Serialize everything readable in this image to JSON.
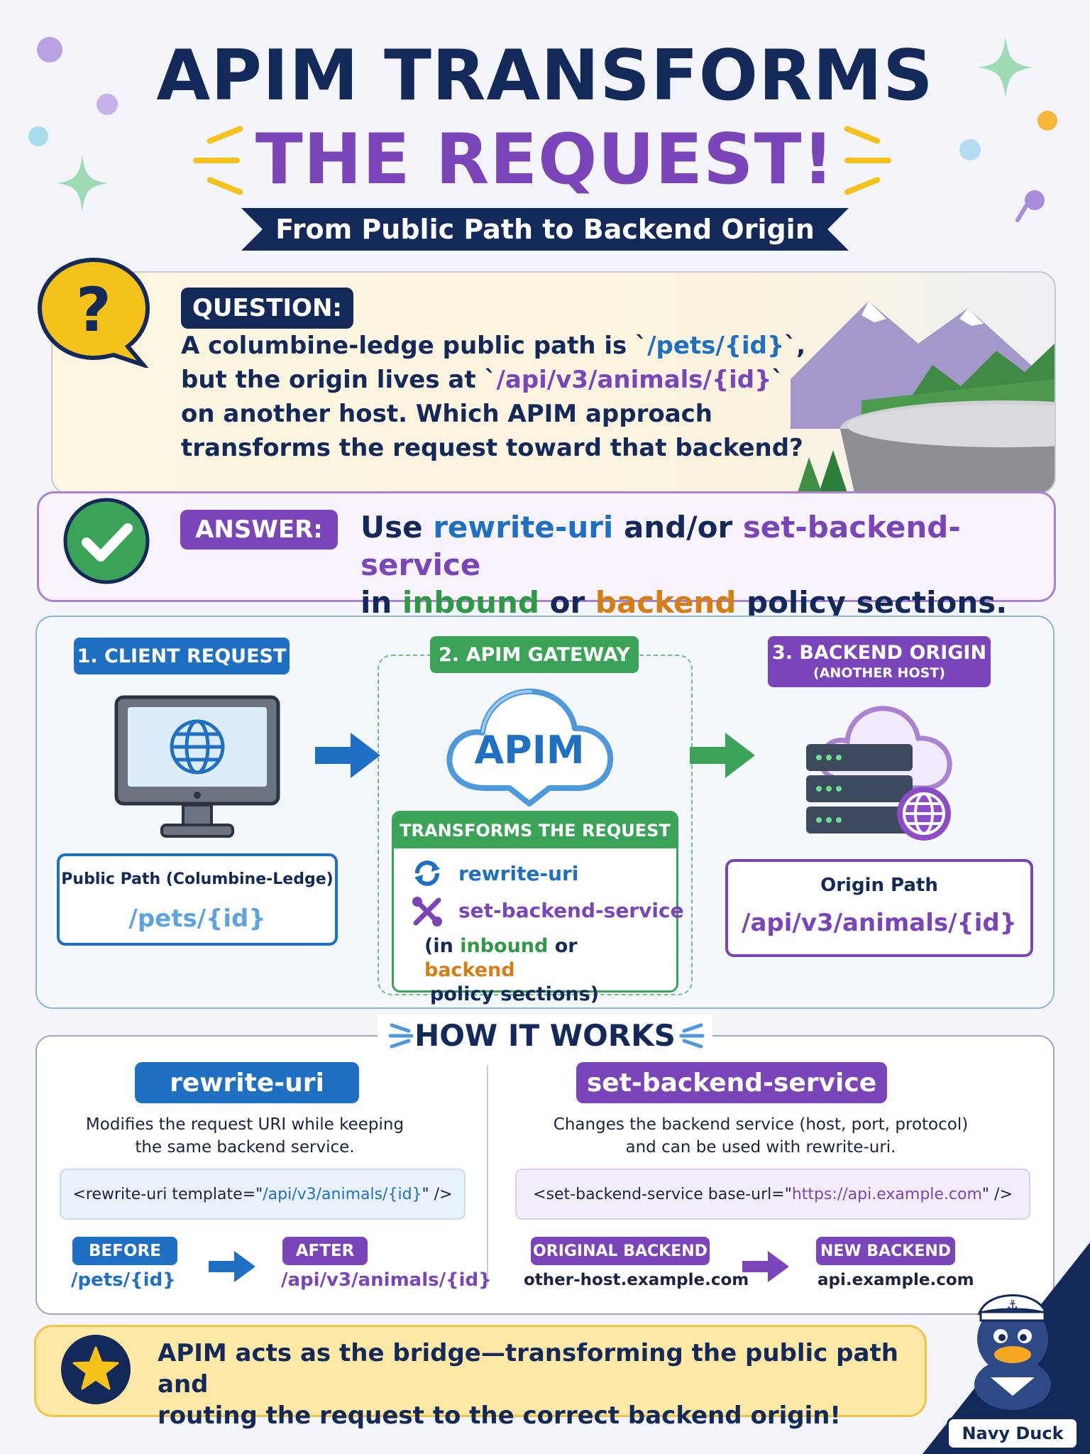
{
  "header": {
    "title_line1": "APIM TRANSFORMS",
    "title_line2": "THE REQUEST!",
    "subtitle": "From Public Path to Backend Origin"
  },
  "question": {
    "label": "QUESTION:",
    "line1_prefix": "A columbine-ledge public path is `",
    "line1_code": "/pets/{id}",
    "line1_suffix": "`,",
    "line2_prefix": "but the origin lives at `",
    "line2_code": "/api/v3/animals/{id}",
    "line2_suffix": "`",
    "line3": "on another host. Which APIM approach",
    "line4": "transforms the request toward that backend?"
  },
  "answer": {
    "label": "ANSWER:",
    "use": "Use ",
    "rewrite": "rewrite-uri",
    "andor": " and/or ",
    "setbackend": "set-backend-service",
    "in": "in ",
    "inbound": "inbound",
    "or": " or ",
    "backend": "backend",
    "tail": " policy sections."
  },
  "flow": {
    "step1": "1. CLIENT REQUEST",
    "step2": "2. APIM GATEWAY",
    "step3": "3. BACKEND ORIGIN",
    "step3_sub": "(ANOTHER HOST)",
    "apim_label": "APIM",
    "public_path_label": "Public Path (Columbine-Ledge)",
    "public_path_value": "/pets/{id}",
    "transforms_title": "TRANSFORMS THE REQUEST",
    "item_rewrite": "rewrite-uri",
    "item_setbackend": "set-backend-service",
    "note_open": "(in ",
    "note_inbound": "inbound",
    "note_or": " or ",
    "note_backend": "backend",
    "note_line2": "policy sections)",
    "origin_label": "Origin Path",
    "origin_value": "/api/v3/animals/{id}"
  },
  "how": {
    "title": "HOW IT WORKS",
    "left": {
      "pill": "rewrite-uri",
      "desc1": "Modifies the request URI while keeping",
      "desc2": "the same backend service.",
      "code_prefix": "<rewrite-uri template=\"",
      "code_value": "/api/v3/animals/{id}",
      "code_suffix": "\" />",
      "before_label": "BEFORE",
      "before_value": "/pets/{id}",
      "after_label": "AFTER",
      "after_value": "/api/v3/animals/{id}"
    },
    "right": {
      "pill": "set-backend-service",
      "desc1": "Changes the backend service (host, port, protocol)",
      "desc2": "and can be used with rewrite-uri.",
      "code_prefix": "<set-backend-service base-url=\"",
      "code_value": "https://api.example.com",
      "code_suffix": "\" />",
      "orig_label": "ORIGINAL BACKEND",
      "orig_value": "other-host.example.com",
      "new_label": "NEW BACKEND",
      "new_value": "api.example.com"
    }
  },
  "footer": {
    "line1": "APIM acts as the bridge—transforming the public path and",
    "line2": "routing the request to the correct backend origin!"
  },
  "mascot": {
    "name": "Navy Duck"
  },
  "colors": {
    "navy": "#13295a",
    "purple": "#7a45b8",
    "blue": "#1f6fc2",
    "green": "#2f9a46",
    "orange": "#d57e14",
    "yellow": "#f5c21c"
  },
  "icons": [
    "question-icon",
    "check-icon",
    "globe-icon",
    "monitor-icon",
    "cloud-icon",
    "server-icon",
    "refresh-icon",
    "tools-icon",
    "arrow-right-icon",
    "star-icon",
    "duck-icon"
  ]
}
